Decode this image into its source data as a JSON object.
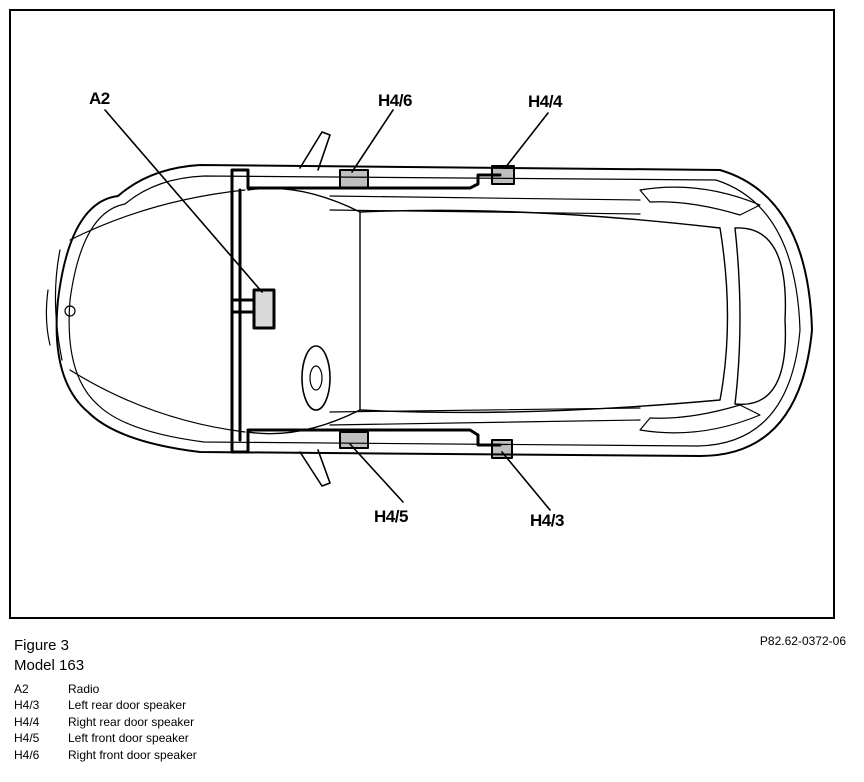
{
  "callouts": {
    "a2": "A2",
    "h4_6": "H4/6",
    "h4_4": "H4/4",
    "h4_5": "H4/5",
    "h4_3": "H4/3"
  },
  "caption": {
    "figure": "Figure 3",
    "model": "Model 163",
    "ref_code": "P82.62-0372-06"
  },
  "legend": [
    {
      "code": "A2",
      "desc": "Radio"
    },
    {
      "code": "H4/3",
      "desc": "Left rear door speaker"
    },
    {
      "code": "H4/4",
      "desc": "Right rear door speaker"
    },
    {
      "code": "H4/5",
      "desc": "Left front door speaker"
    },
    {
      "code": "H4/6",
      "desc": "Right front door speaker"
    }
  ]
}
